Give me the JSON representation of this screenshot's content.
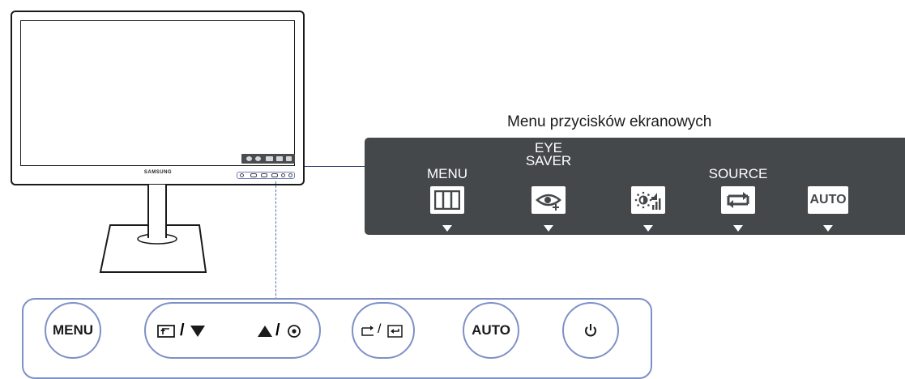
{
  "monitor": {
    "brand": "SAMSUNG"
  },
  "osd": {
    "title": "Menu przycisków ekranowych",
    "items": [
      {
        "lines": [
          "MENU"
        ],
        "icon": "menu-grid-icon"
      },
      {
        "lines": [
          "EYE",
          "SAVER"
        ],
        "icon": "eye-saver-icon"
      },
      {
        "lines": [],
        "icon": "brightness-volume-icon"
      },
      {
        "lines": [
          "SOURCE"
        ],
        "icon": "source-arrows-icon"
      },
      {
        "lines": [],
        "icon": "auto-text-icon",
        "icon_text": "AUTO"
      }
    ],
    "colors": {
      "panel": "#45484b",
      "text": "#ffffff"
    }
  },
  "buttons": {
    "menu_label": "MENU",
    "auto_label": "AUTO",
    "nav_slash_1": "/",
    "nav_slash_2": "/",
    "source_slash": "/",
    "icons": [
      "menu-button",
      "enter-down-icon",
      "up-target-icon",
      "source-enter-icon",
      "auto-button",
      "power-icon"
    ],
    "colors": {
      "border": "#7f90c7"
    }
  }
}
